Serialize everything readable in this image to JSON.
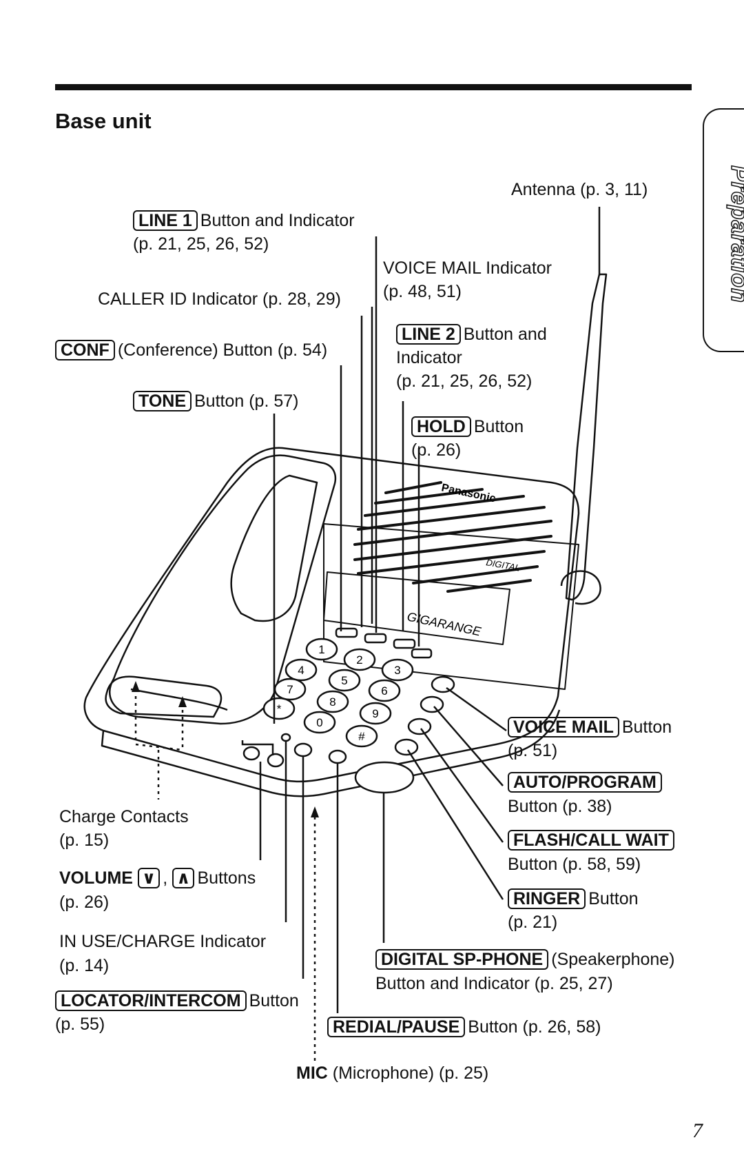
{
  "title": "Base unit",
  "side_tab": "Preparation",
  "page_number": "7",
  "labels": {
    "antenna": "Antenna (p. 3, 11)",
    "line1_key": "LINE 1",
    "line1_text": "Button and Indicator",
    "line1_pages": "(p. 21, 25, 26, 52)",
    "voicemail_ind": "VOICE MAIL Indicator",
    "voicemail_ind_pages": "(p. 48, 51)",
    "callerid": "CALLER ID Indicator (p. 28, 29)",
    "conf_key": "CONF",
    "conf_text": "(Conference) Button (p. 54)",
    "line2_key": "LINE 2",
    "line2_text": "Button and",
    "line2_text2": "Indicator",
    "line2_pages": "(p. 21, 25, 26, 52)",
    "tone_key": "TONE",
    "tone_text": "Button (p. 57)",
    "hold_key": "HOLD",
    "hold_text": "Button",
    "hold_pages": "(p. 26)",
    "vm_key": "VOICE MAIL",
    "vm_text": "Button",
    "vm_pages": "(p. 51)",
    "auto_key": "AUTO/PROGRAM",
    "auto_text": "Button (p. 38)",
    "flash_key": "FLASH/CALL WAIT",
    "flash_text": "Button (p. 58, 59)",
    "ringer_key": "RINGER",
    "ringer_text": "Button",
    "ringer_pages": "(p. 21)",
    "charge": "Charge Contacts",
    "charge_pages": "(p. 15)",
    "volume": "VOLUME",
    "volume_text": "Buttons",
    "volume_pages": "(p. 26)",
    "inuse": "IN USE/CHARGE Indicator",
    "inuse_pages": "(p. 14)",
    "locator_key": "LOCATOR/INTERCOM",
    "locator_text": "Button",
    "locator_pages": "(p. 55)",
    "digital_key": "DIGITAL SP-PHONE",
    "digital_text": "(Speakerphone)",
    "digital_text2": "Button and Indicator (p. 25, 27)",
    "redial_key": "REDIAL/PAUSE",
    "redial_text": "Button (p. 26, 58)",
    "mic": "MIC",
    "mic_text": "(Microphone) (p. 25)"
  },
  "device": {
    "brand": "Panasonic",
    "product": "GIGARANGE",
    "badge": "DIGITAL",
    "keys": [
      "1",
      "2",
      "3",
      "4",
      "5",
      "6",
      "7",
      "8",
      "9",
      "*",
      "0",
      "#"
    ]
  }
}
